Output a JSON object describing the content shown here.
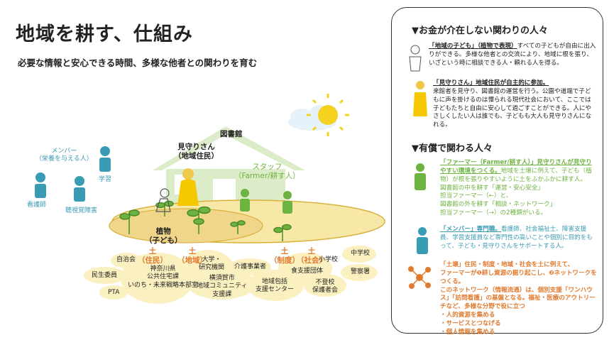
{
  "title": "地域を耕す、仕組み",
  "subtitle": "必要な情報と安心できる時間、多様な他者との関わりを育む",
  "diagram": {
    "library": "図書館",
    "mimamori": [
      "見守りさん",
      "（地域住民）"
    ],
    "staff": [
      "スタッフ",
      "（Farmer/耕す人）"
    ],
    "member": [
      "メンバー",
      "（栄養を与える人）"
    ],
    "nurse": "看護師",
    "hearing": "聴視覚障害",
    "study": "学習",
    "plants": [
      "植物",
      "（子ども）"
    ],
    "soil_jumin": [
      "土",
      "（住民）"
    ],
    "soil_chiiki": [
      "土",
      "（地域）"
    ],
    "soil_seido": [
      "土",
      "（制度）"
    ],
    "soil_shakai": [
      "土",
      "（社会）"
    ],
    "orgs": {
      "jichikai": "自治会",
      "minsei": "民生委員",
      "pta": "PTA",
      "kanagawa": [
        "神奈川県",
        "公共住宅課",
        "いのち・未来戦略本部室"
      ],
      "daigaku": [
        "大学・",
        "研究機関"
      ],
      "yokosuka": [
        "横須賀市",
        "地域コミュニティ",
        "支援課"
      ],
      "kaigo": "介護事業者",
      "houkatsu": [
        "地域包括",
        "支援センター"
      ],
      "shokuji": "食支援団体",
      "shogakko": "小学校",
      "futoko": [
        "不登校",
        "保護者会"
      ],
      "chugakko": "中学校",
      "keisatsu": "警察署"
    }
  },
  "panel": {
    "heading1": "▼お金が介在しない関わりの人々",
    "block1": {
      "u": "「地域の子ども」（植物で表現）",
      "text": "すべての子どもが自由に出入りができる。多様な他者との交流により、地域に根を張り、いざという時に相談できる人・頼れる人を得る。"
    },
    "block2": {
      "u": "「見守りさん」地域住民が自主的に参加。",
      "text": "来館者を見守り、図書館の運営を行う。公園や道端で子どもに声を掛けるのは憚られる現代社会において、ここでは子どもたちと自由に安心して過ごすことができる。人にやさしくしたい人は誰でも、子どもも大人も見守りさんになれる。"
    },
    "heading2": "▼有償で関わる人々",
    "block3": {
      "u": "「ファーマー（Farmer/耕す人）」見守りさんが見守りやすい環境をつくる。",
      "text": "地域を土壌に例えて、子ども（植物）が根を張りやすいように土をふかふかに耕す人。",
      "line2": "図書館の中を耕す「運営・安心安全」",
      "line3": "担当ファーマー（←）と、",
      "line4": "図書館の外を耕す「相談・ネットワーク」",
      "line5": "担当ファーマー（→）の2種類がいる。"
    },
    "block4": {
      "u": "「メンバー」専門職。",
      "text": "看護師、社会福祉士、障害支援員、学習支援員など専門性の高いことや個別に目的をもって、子ども・見守りさんをサポートする人。"
    },
    "block5": {
      "line1": "「土壌」住民・制度・地域・社会を土に例えて、",
      "line2": "ファーマーが❶耕し資源の掘り起こし、❷ネットワークをつくる。",
      "line3": "このネットワーク（情報流通）は、個別支援「ワンハウス」「訪問看護」の基盤となる。福祉・医療のアウトリーチなど、多様な分野で役に立つ",
      "b1": "・人的資源を集める",
      "b2": "・サービスとつなげる",
      "b3": "・個人情報を集める"
    }
  },
  "colors": {
    "teal": "#3a9bb5",
    "green": "#6db33f",
    "orange": "#e07a2e",
    "house": "#dcebc8",
    "soil": "#f7e8a8",
    "soil_edge": "#d9b13a",
    "sun": "#f5d21f",
    "cloud": "#e6f2fb"
  }
}
